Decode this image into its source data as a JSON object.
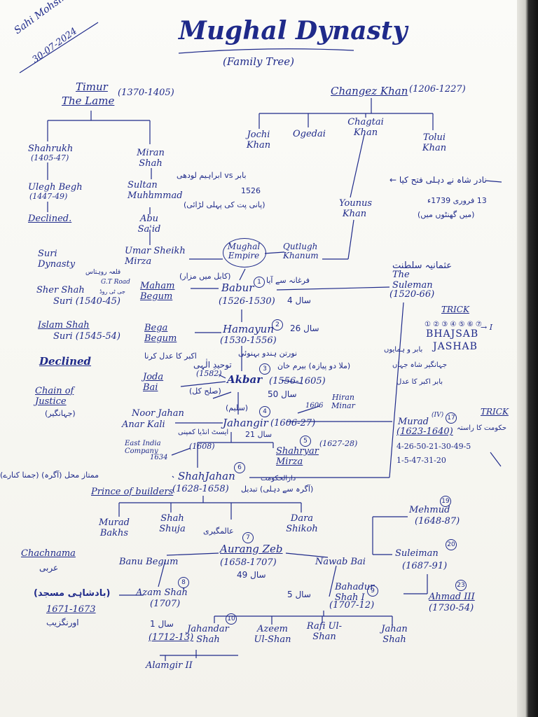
{
  "signature": {
    "name": "Sahi Mohsin",
    "date": "30-07-2024"
  },
  "title": "Mughal Dynasty",
  "subtitle": "(Family Tree)",
  "timur": {
    "name": "Timur",
    "epithet": "The Lame",
    "years": "(1370-1405)"
  },
  "changez": {
    "name": "Changez Khan",
    "years": "(1206-1227)"
  },
  "changez_sons": [
    "Jochi Khan",
    "Ogedai",
    "Chagtai Khan",
    "Tolui Khan"
  ],
  "timur_line": {
    "shahrukh": "Shahrukh",
    "shahrukh_years": "(1405-47)",
    "ulegh": "Ulegh Begh",
    "ulegh_years": "(1447-49)",
    "declined": "Declined.",
    "miran": "Miran Shah",
    "sultan": "Sultan Muhammad",
    "abu": "Abu Sa'id",
    "umar": "Umar Sheikh Mirza"
  },
  "yunus": "Younus Khan",
  "qutlugh": "Qutlugh Khanum",
  "empire": "Mughal Empire",
  "urdu": {
    "babar_vs": "بابر vs ابراہیم لودھی",
    "year_1526": "1526",
    "panipat": "(پانی پت کی پہلی لڑائی)",
    "nadir_1": "نادر شاہ نے دہلی فتح کیا ←",
    "nadir_2": "13 فروری 1739ء",
    "nadir_3": "(میں گھنٹوں میں)",
    "uthmani": "عثمانیہ سلطنت",
    "farghana": "فرغانہ سے آیا",
    "kabul": "(کابل میں مزار)",
    "babur_years": "سال 4",
    "humayun_years": "سال 26",
    "tauhid": "توحیدِ الٰہی",
    "amar": "اکبر کا عدل کرنا",
    "hindu": "نورتن ہندو بہنوئی",
    "sulh": "(صلح کل)",
    "mullah": "(ملا دو پیازہ) بیرم خان",
    "akbar_years": "سال 50",
    "salim": "(سلیم)",
    "jahangir_years": "سال 21",
    "company": "ایسٹ انڈیا کمپنی",
    "mumtaz": "ممتاز محل (آگرہ) (جمنا کنارے)",
    "darul": "دارالحکومت",
    "agra": "(آگرہ سے دہلی) تبدیل",
    "alamgiri": "عالمگیری",
    "aurang_years": "سال 49",
    "sultan_khel": "حکومت کا راستہ",
    "arabic": "عربی",
    "masjid": "(بادشاہی مسجد)",
    "aurangzeb": "اورنگزیب",
    "azam_years": "سال 5",
    "jahandar_years": "سال 1",
    "chain": "(جہانگیر)",
    "suri_note1": "قلعہ روہتاس",
    "suri_note2": "جی ٹی روڈ",
    "sulaiman_note1": "بابر و ہمایوں",
    "sulaiman_note2": "جہانگیر شاہ جہاں",
    "sulaiman_note3": "بابر اکبر کا عدل"
  },
  "suri": {
    "dynasty": "Suri Dynasty",
    "sher": "Sher Shah",
    "sher_suri": "Suri (1540-45)",
    "gt": "G.T Road",
    "islam": "Islam Shah",
    "islam_suri": "Suri (1545-54)",
    "declined": "Declined",
    "chain": "Chain of Justice"
  },
  "babur": {
    "name": "Babur",
    "years": "(1526-1530)",
    "num": "1",
    "wife": "Maham Begum"
  },
  "humayun": {
    "name": "Hamayun",
    "years": "(1530-1556)",
    "num": "2",
    "wife": "Bega Begum"
  },
  "akbar": {
    "name": "Akbar",
    "years": "(1556-1605)",
    "num": "3",
    "din": "(1582)",
    "wife": "Joda Bai"
  },
  "jahangir": {
    "name": "Jahangir",
    "years": "(1606-27)",
    "num": "4",
    "noor": "Noor Jahan",
    "anar": "Anar Kali",
    "hiran": "Hiran Minar",
    "hiran_year": "1606"
  },
  "company": {
    "label": "East India Company",
    "year1": "(1608)",
    "year2": "1634"
  },
  "shahryar": {
    "name": "Shahryar Mirza",
    "years": "(1627-28)",
    "num": "5"
  },
  "shahjahan": {
    "name": "ShahJahan",
    "years": "(1628-1658)",
    "num": "6",
    "title": "Prince of builders"
  },
  "sons": [
    "Murad Bakhs",
    "Shah Shuja",
    "Dara Shikoh"
  ],
  "aurangzeb": {
    "name": "Aurang Zeb",
    "years": "(1658-1707)",
    "num": "7"
  },
  "banu": "Banu Begum",
  "nawab": "Nawab Bai",
  "chachnama": "Chachnama",
  "masjid_years": "1671-1673",
  "azam": {
    "name": "Azam Shah",
    "years": "(1707)",
    "num": "8"
  },
  "bahadur": {
    "name": "Bahadur Shah I",
    "years": "(1707-12)",
    "num": "9"
  },
  "grandsons": [
    "Azeem Ul-Shan",
    "Rafi Ul-Shan",
    "Jahan Shah"
  ],
  "jahandar": {
    "name": "Jahandar Shah",
    "years": "(1712-13)",
    "num": "10"
  },
  "alamgir": "Alamgir II",
  "ottoman": {
    "suleman": "The Suleman",
    "suleman_years": "(1520-66)",
    "trick": "TRICK",
    "trick_nums": "① ② ③ ④ ⑤ ⑥ ⑦",
    "bhajsab": "BHAJSAB",
    "arrow_i": "→ I",
    "jashab": "JASHAB",
    "murad": "Murad",
    "murad_roman": "(IV)",
    "murad_num": "17",
    "murad_years": "(1623-1640)",
    "trick2": "TRICK",
    "seq1": "4-26-50-21-30-49-5",
    "seq2": "1-5-47-31-20",
    "mehmud": "Mehmud",
    "mehmud_num": "19",
    "mehmud_years": "(1648-87)",
    "suleman2": "Suleiman",
    "suleman2_num": "20",
    "suleman2_years": "(1687-91)",
    "ahmad": "Ahmad III",
    "ahmad_num": "23",
    "ahmad_years": "(1730-54)"
  }
}
